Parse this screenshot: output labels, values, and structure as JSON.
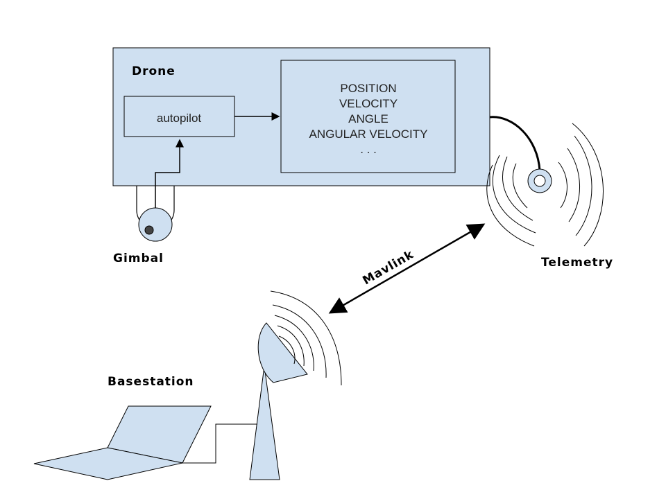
{
  "drone": {
    "title": "Drone",
    "autopilot_label": "autopilot",
    "state_lines": [
      "POSITION",
      "VELOCITY",
      "ANGLE",
      "ANGULAR VELOCITY",
      ". . ."
    ]
  },
  "gimbal": {
    "label": "Gimbal"
  },
  "telemetry": {
    "label": "Telemetry"
  },
  "link": {
    "label": "Mavlink"
  },
  "basestation": {
    "label": "Basestation"
  },
  "colors": {
    "fill": "#cfe0f1",
    "stroke": "#000000"
  }
}
